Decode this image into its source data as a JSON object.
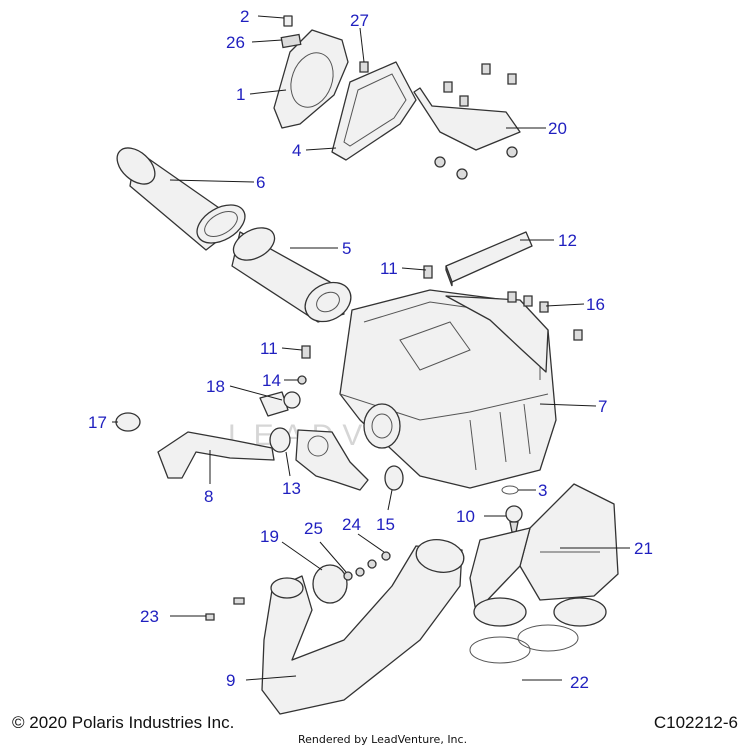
{
  "diagram": {
    "watermark": "LEADVENTURE",
    "callouts": [
      "1",
      "2",
      "3",
      "4",
      "5",
      "6",
      "7",
      "8",
      "9",
      "10",
      "11",
      "11",
      "12",
      "13",
      "14",
      "15",
      "16",
      "17",
      "18",
      "19",
      "20",
      "21",
      "22",
      "23",
      "24",
      "25",
      "26",
      "27"
    ]
  },
  "footer": {
    "copyright": "© 2020 Polaris Industries Inc.",
    "rendered_by": "Rendered by LeadVenture, Inc.",
    "diagram_id": "C102212-6"
  }
}
